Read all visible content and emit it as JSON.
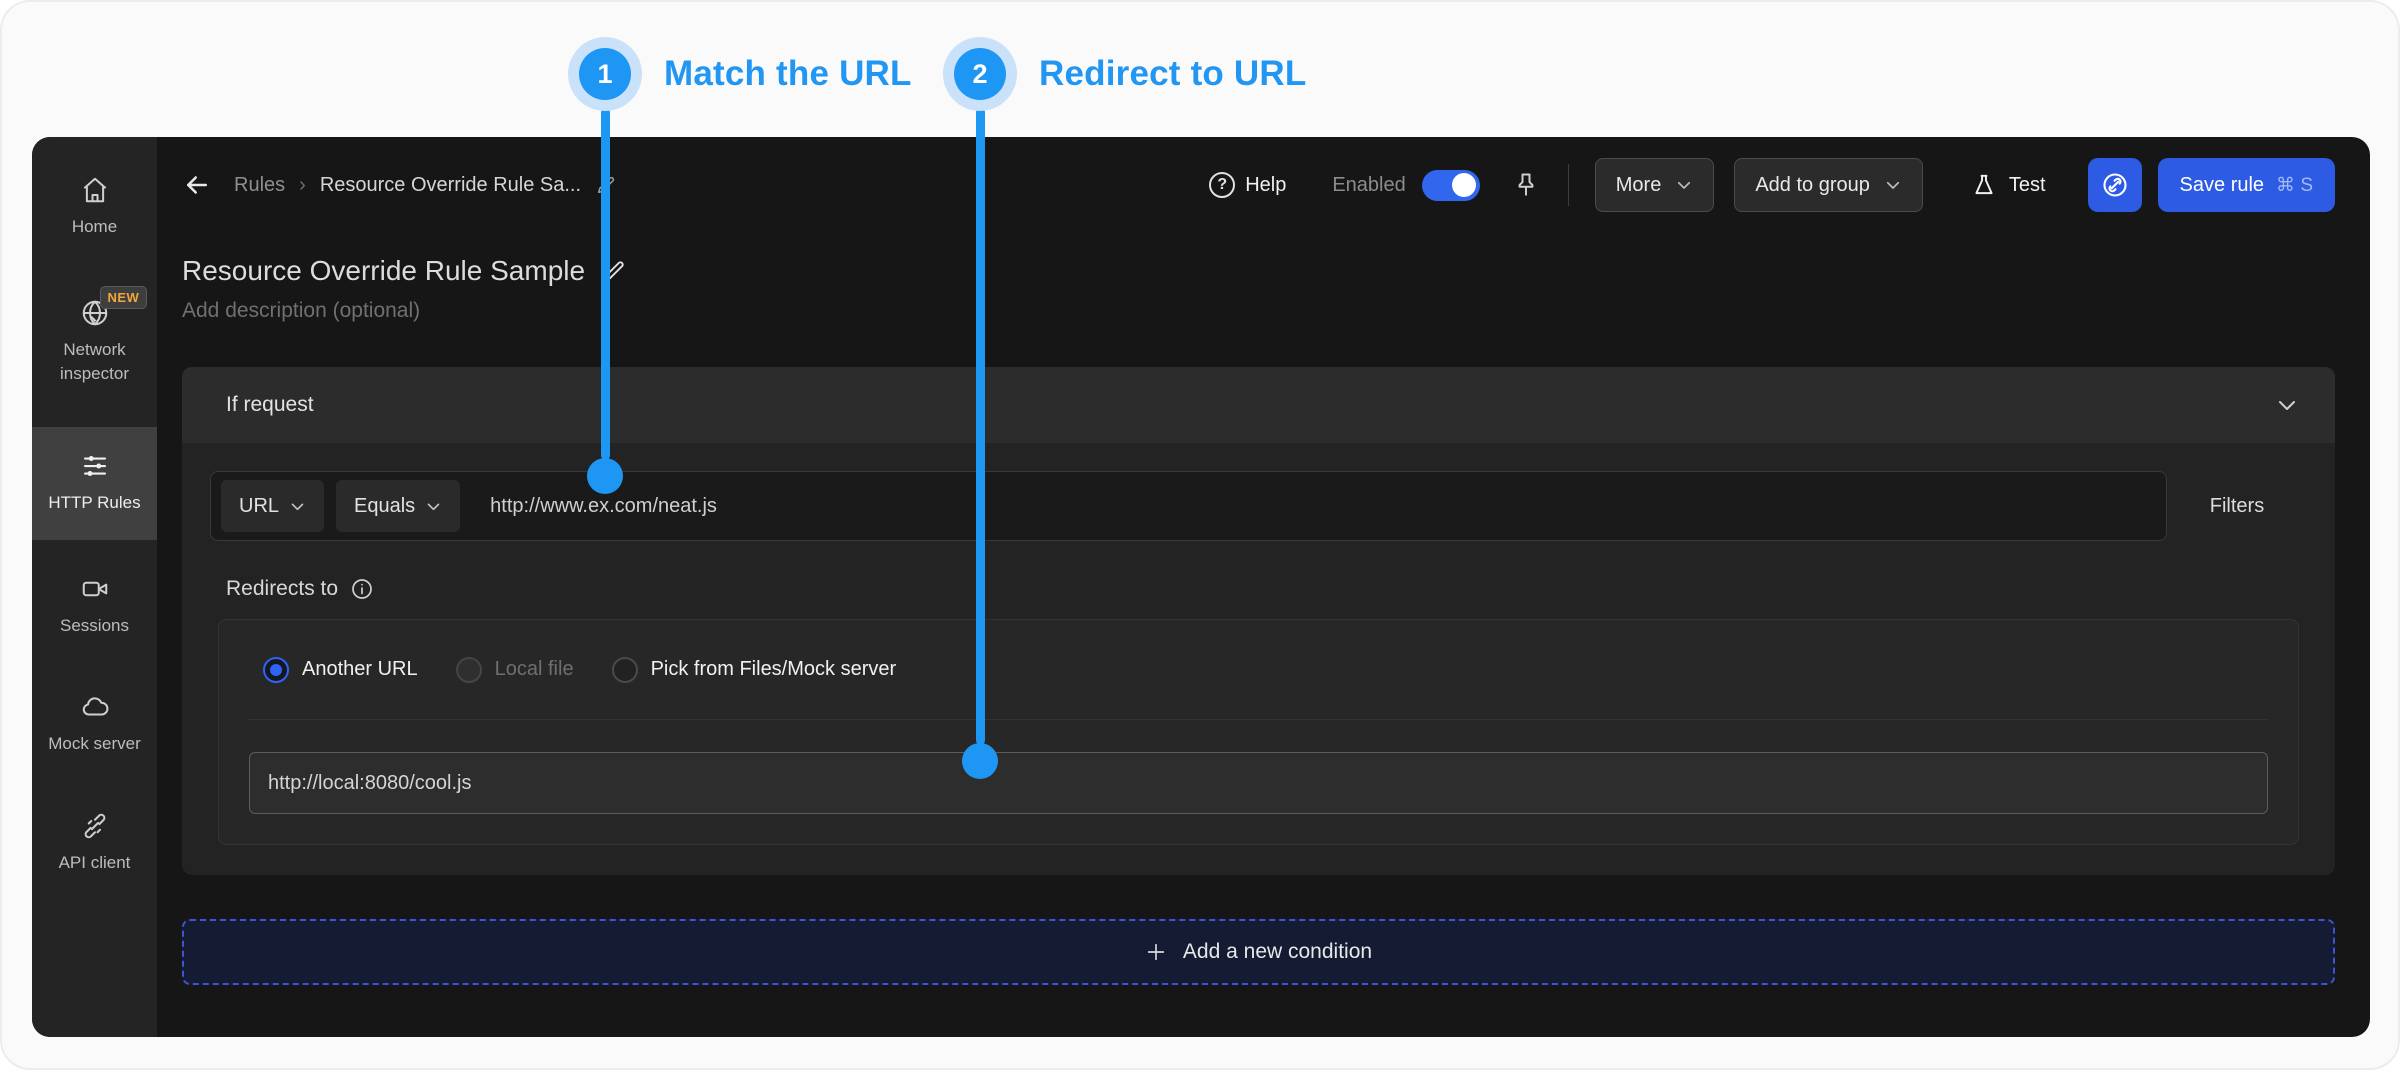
{
  "annotations": {
    "accent": "#2196f3",
    "step1": {
      "number": "1",
      "label": "Match the URL"
    },
    "step2": {
      "number": "2",
      "label": "Redirect to URL"
    }
  },
  "sidebar": {
    "items": [
      {
        "label": "Home",
        "icon": "home-icon"
      },
      {
        "label": "Network inspector",
        "icon": "globe-icon",
        "badge": "NEW"
      },
      {
        "label": "HTTP Rules",
        "icon": "sliders-icon",
        "active": true
      },
      {
        "label": "Sessions",
        "icon": "camera-icon"
      },
      {
        "label": "Mock server",
        "icon": "cloud-icon"
      },
      {
        "label": "API client",
        "icon": "plug-icon"
      }
    ]
  },
  "header": {
    "breadcrumb": {
      "root": "Rules",
      "separator": "›",
      "current": "Resource Override Rule Sa..."
    },
    "help_glyph": "?",
    "help_label": "Help",
    "enabled_label": "Enabled",
    "toggle_state": "on",
    "more_label": "More",
    "add_to_group_label": "Add to group",
    "test_label": "Test",
    "save_label": "Save rule",
    "save_shortcut": "⌘ S",
    "accent_color": "#2d5be4"
  },
  "rule": {
    "title": "Resource Override Rule Sample",
    "description_placeholder": "Add description (optional)"
  },
  "condition": {
    "section_title": "If request",
    "field_selector": "URL",
    "operator_selector": "Equals",
    "url_value": "http://www.ex.com/neat.js",
    "filters_label": "Filters"
  },
  "redirect": {
    "label": "Redirects to",
    "options": [
      {
        "label": "Another URL",
        "state": "selected"
      },
      {
        "label": "Local file",
        "state": "disabled"
      },
      {
        "label": "Pick from Files/Mock server",
        "state": "default"
      }
    ],
    "destination_value": "http://local:8080/cool.js"
  },
  "footer": {
    "add_condition_label": "Add a new condition"
  }
}
